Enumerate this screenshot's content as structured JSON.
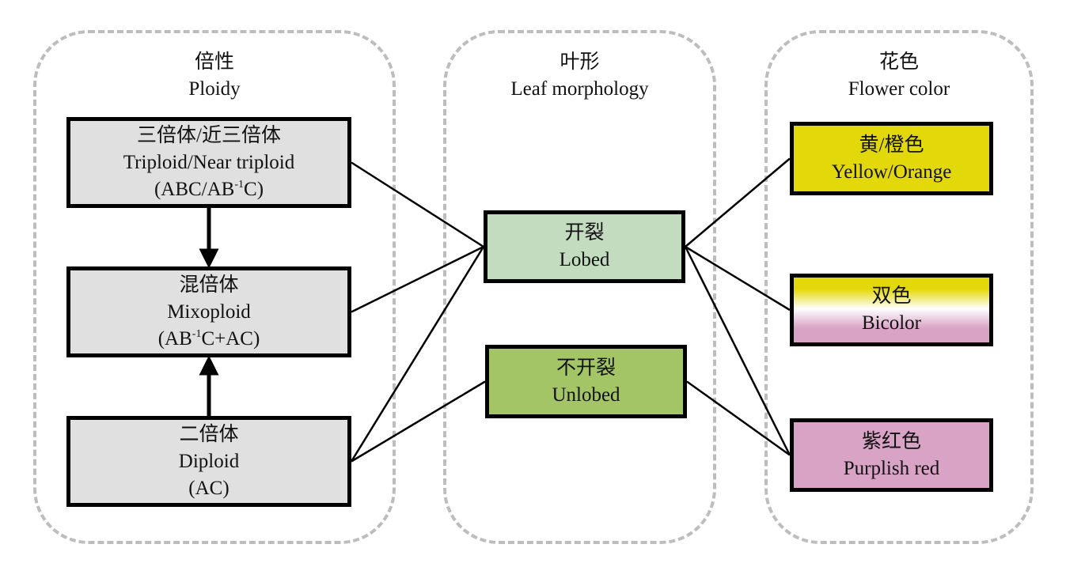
{
  "groups": {
    "ploidy": {
      "title_cn": "倍性",
      "title_en": "Ploidy"
    },
    "leaf": {
      "title_cn": "叶形",
      "title_en": "Leaf morphology"
    },
    "flower": {
      "title_cn": "花色",
      "title_en": "Flower color"
    }
  },
  "nodes": {
    "triploid": {
      "cn": "三倍体/近三倍体",
      "en": "Triploid/Near triploid",
      "formula_pre": "(ABC/AB",
      "formula_sup": "-1",
      "formula_post": "C)",
      "fill": "#e0e0e0"
    },
    "mixoploid": {
      "cn": "混倍体",
      "en": "Mixoploid",
      "formula_pre": "(AB",
      "formula_sup": "-1",
      "formula_post": "C+AC)",
      "fill": "#e0e0e0"
    },
    "diploid": {
      "cn": "二倍体",
      "en": "Diploid",
      "formula": "(AC)",
      "fill": "#e0e0e0"
    },
    "lobed": {
      "cn": "开裂",
      "en": "Lobed",
      "fill": "#c3dcc0"
    },
    "unlobed": {
      "cn": "不开裂",
      "en": "Unlobed",
      "fill": "#a3c565"
    },
    "yellow": {
      "cn": "黄/橙色",
      "en": "Yellow/Orange",
      "fill": "#e3d90a"
    },
    "bicolor": {
      "cn": "双色",
      "en": "Bicolor",
      "fill_top": "#e3d90a",
      "fill_mid": "#ffffff",
      "fill_bottom": "#d9a3c6"
    },
    "purplish": {
      "cn": "紫红色",
      "en": "Purplish red",
      "fill": "#d9a3c6"
    }
  },
  "arrows": [
    {
      "from": "triploid",
      "to": "mixoploid"
    },
    {
      "from": "diploid",
      "to": "mixoploid"
    }
  ],
  "edges": [
    {
      "from": "triploid",
      "to": "lobed"
    },
    {
      "from": "mixoploid",
      "to": "lobed"
    },
    {
      "from": "diploid",
      "to": "lobed"
    },
    {
      "from": "diploid",
      "to": "unlobed"
    },
    {
      "from": "lobed",
      "to": "yellow"
    },
    {
      "from": "lobed",
      "to": "bicolor"
    },
    {
      "from": "lobed",
      "to": "purplish"
    },
    {
      "from": "unlobed",
      "to": "purplish"
    }
  ]
}
